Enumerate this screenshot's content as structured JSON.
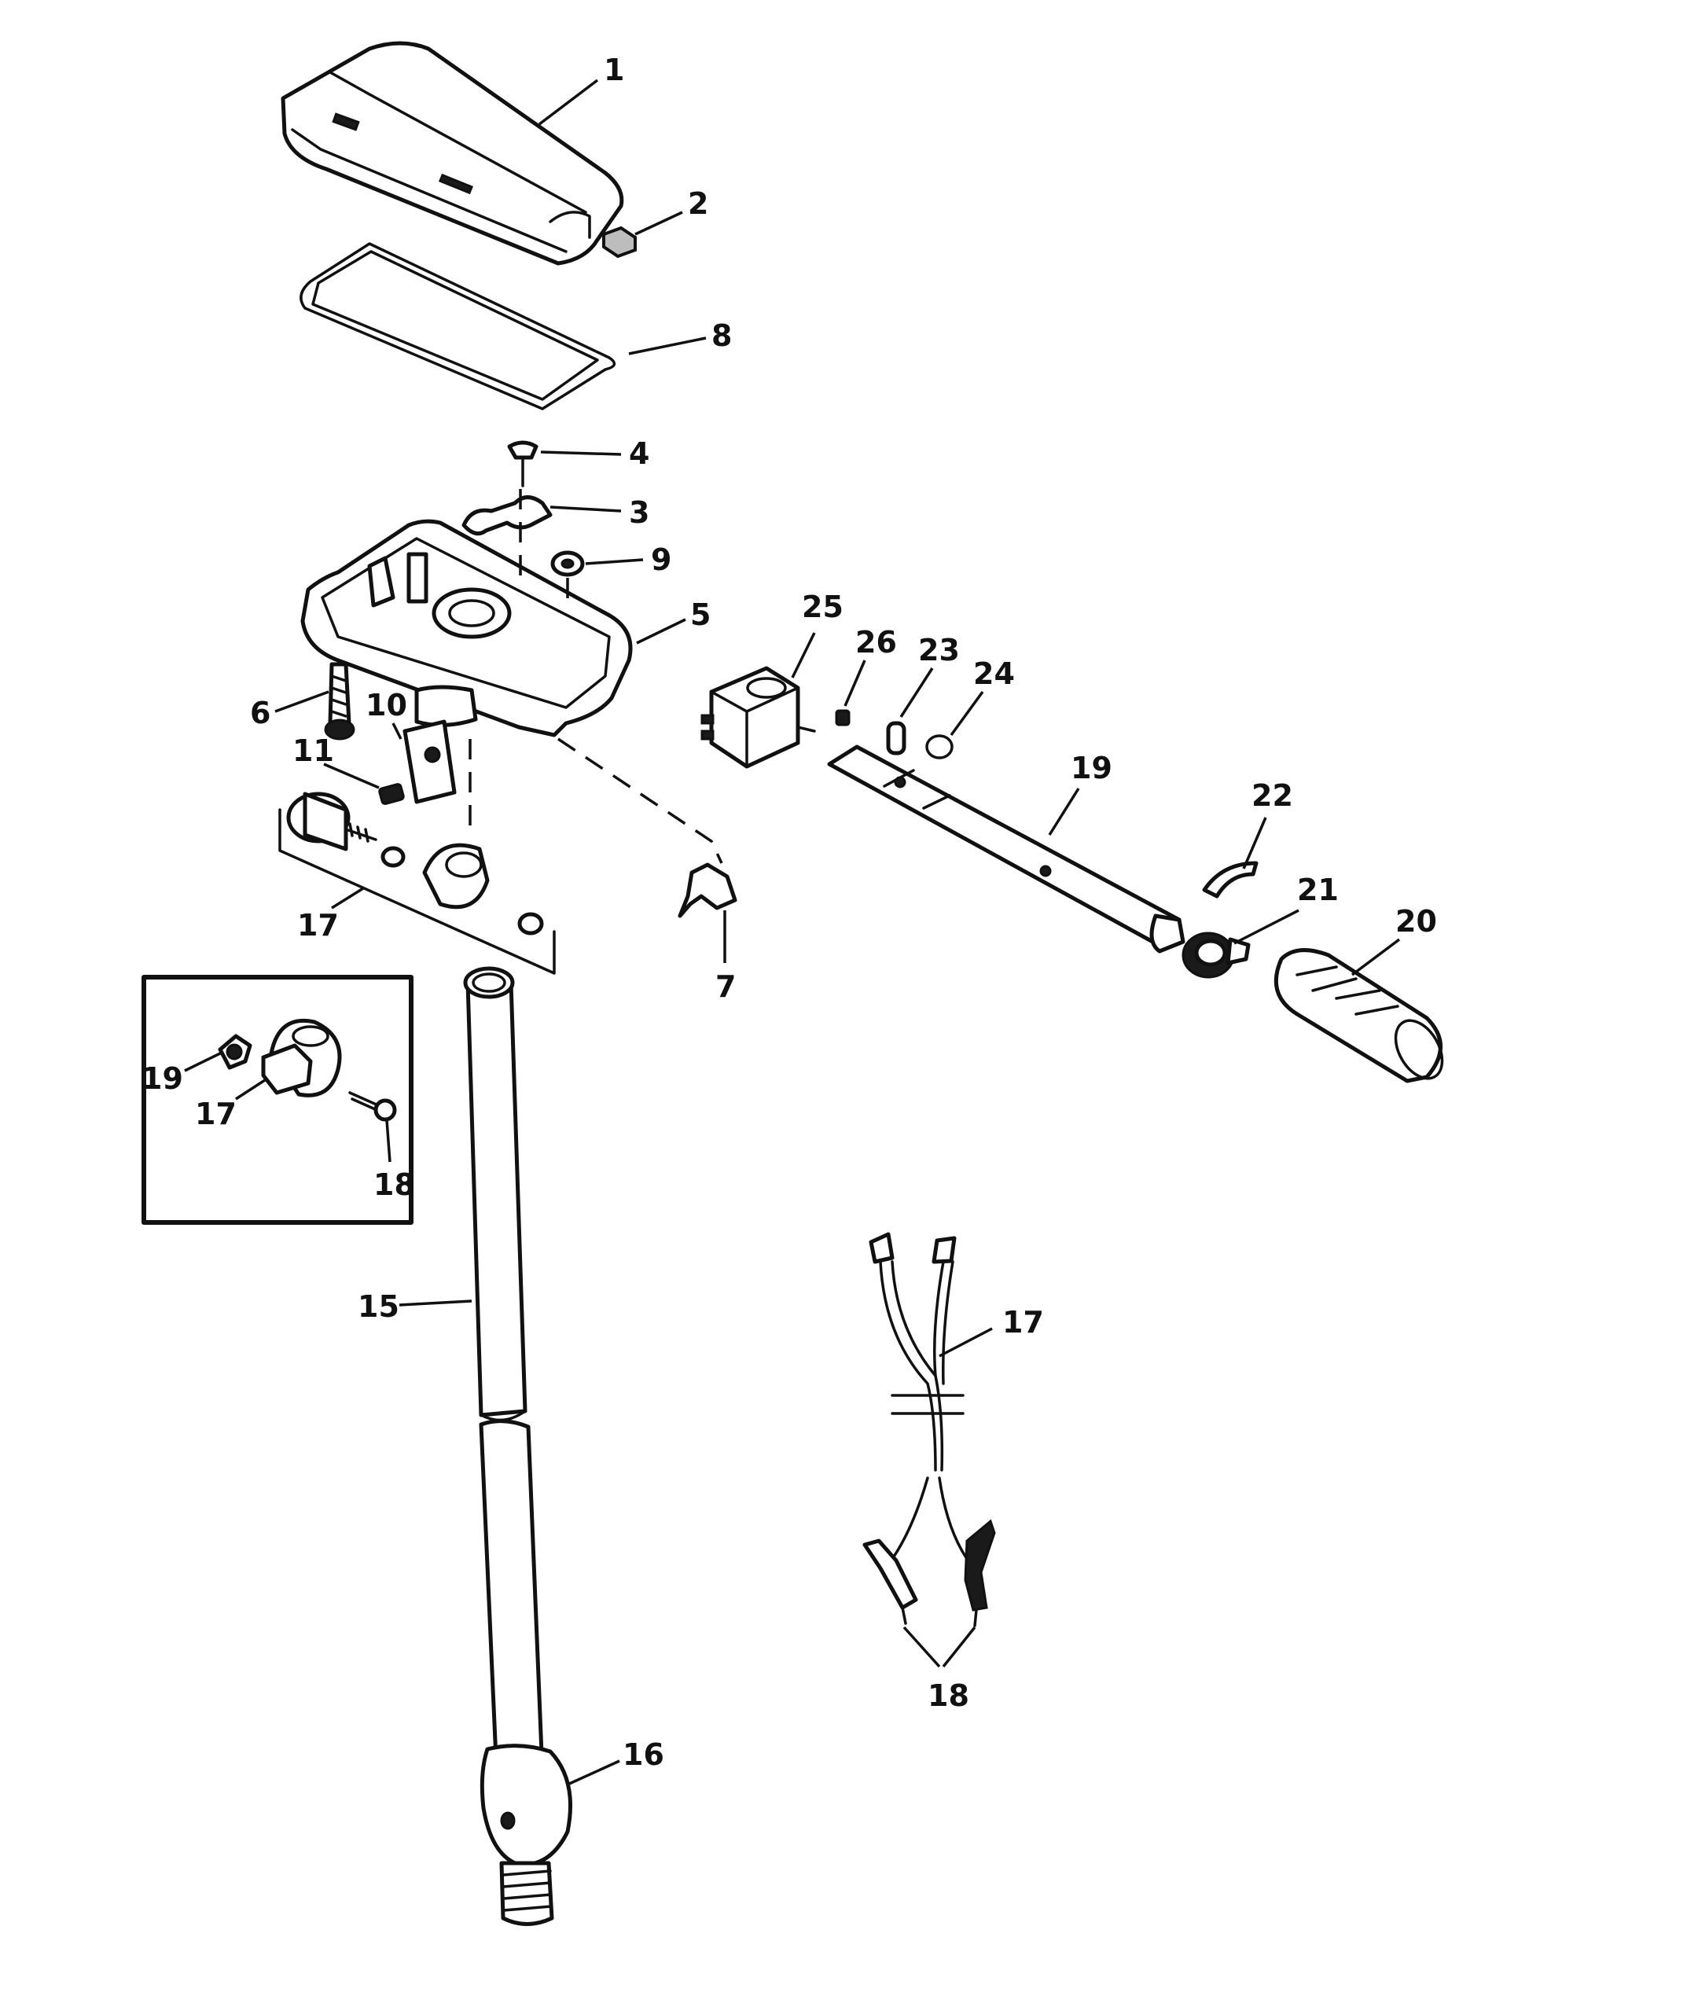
{
  "callouts": [
    {
      "id": "c1",
      "label": "1"
    },
    {
      "id": "c2",
      "label": "2"
    },
    {
      "id": "c8",
      "label": "8"
    },
    {
      "id": "c4",
      "label": "4"
    },
    {
      "id": "c3",
      "label": "3"
    },
    {
      "id": "c9",
      "label": "9"
    },
    {
      "id": "c5",
      "label": "5"
    },
    {
      "id": "c25",
      "label": "25"
    },
    {
      "id": "c26",
      "label": "26"
    },
    {
      "id": "c23",
      "label": "23"
    },
    {
      "id": "c24",
      "label": "24"
    },
    {
      "id": "c6",
      "label": "6"
    },
    {
      "id": "c10",
      "label": "10"
    },
    {
      "id": "c11",
      "label": "11"
    },
    {
      "id": "c19a",
      "label": "19"
    },
    {
      "id": "c22",
      "label": "22"
    },
    {
      "id": "c17a",
      "label": "17"
    },
    {
      "id": "c7",
      "label": "7"
    },
    {
      "id": "c21",
      "label": "21"
    },
    {
      "id": "c20",
      "label": "20"
    },
    {
      "id": "c19b",
      "label": "19"
    },
    {
      "id": "c17b",
      "label": "17"
    },
    {
      "id": "c18a",
      "label": "18"
    },
    {
      "id": "c15",
      "label": "15"
    },
    {
      "id": "c17c",
      "label": "17"
    },
    {
      "id": "c18b",
      "label": "18"
    },
    {
      "id": "c16",
      "label": "16"
    }
  ]
}
